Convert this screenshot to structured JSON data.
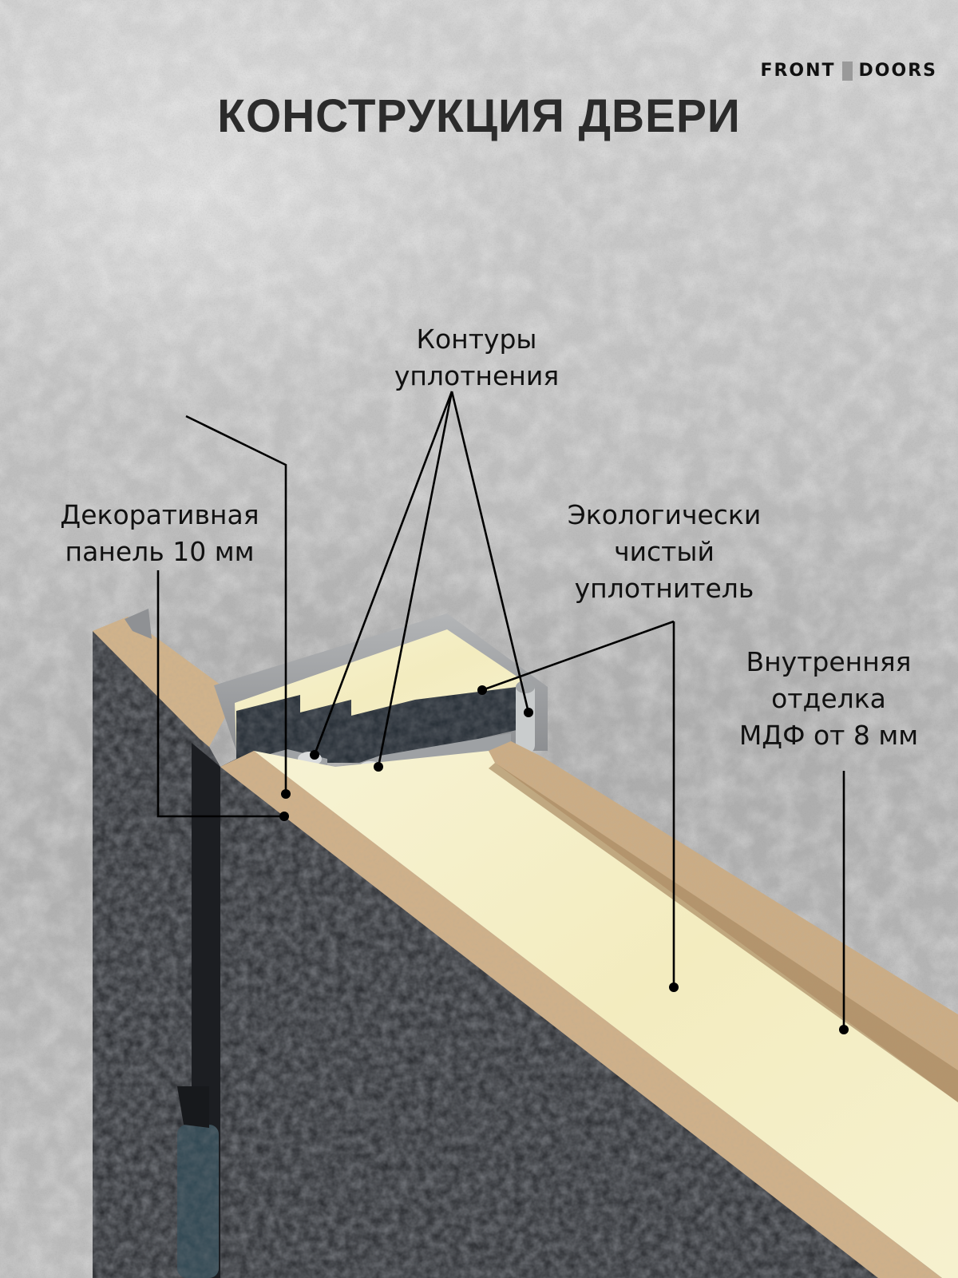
{
  "brand": {
    "left": "FRONT",
    "right": "DOORS",
    "separator_color": "#9a9a9a"
  },
  "title": "КОНСТРУКЦИЯ ДВЕРИ",
  "callouts": [
    {
      "id": "sealing-contours",
      "lines": [
        "Контуры",
        "уплотнения"
      ]
    },
    {
      "id": "decorative-panel",
      "lines": [
        "Декоративная",
        "панель 10 мм"
      ]
    },
    {
      "id": "eco-insulation",
      "lines": [
        "Экологически",
        "чистый",
        "уплотнитель"
      ]
    },
    {
      "id": "inner-finish",
      "lines": [
        "Внутренняя",
        "отделка",
        "МДФ от 8 мм"
      ]
    }
  ],
  "colors": {
    "background": "#bdbdbd",
    "door_dark": "#26282c",
    "mdf": "#cfae84",
    "insulation": "#f4efc8",
    "profile_gray": "#9a9c9e",
    "title": "#2b2b2b",
    "leader_line": "#000000"
  }
}
